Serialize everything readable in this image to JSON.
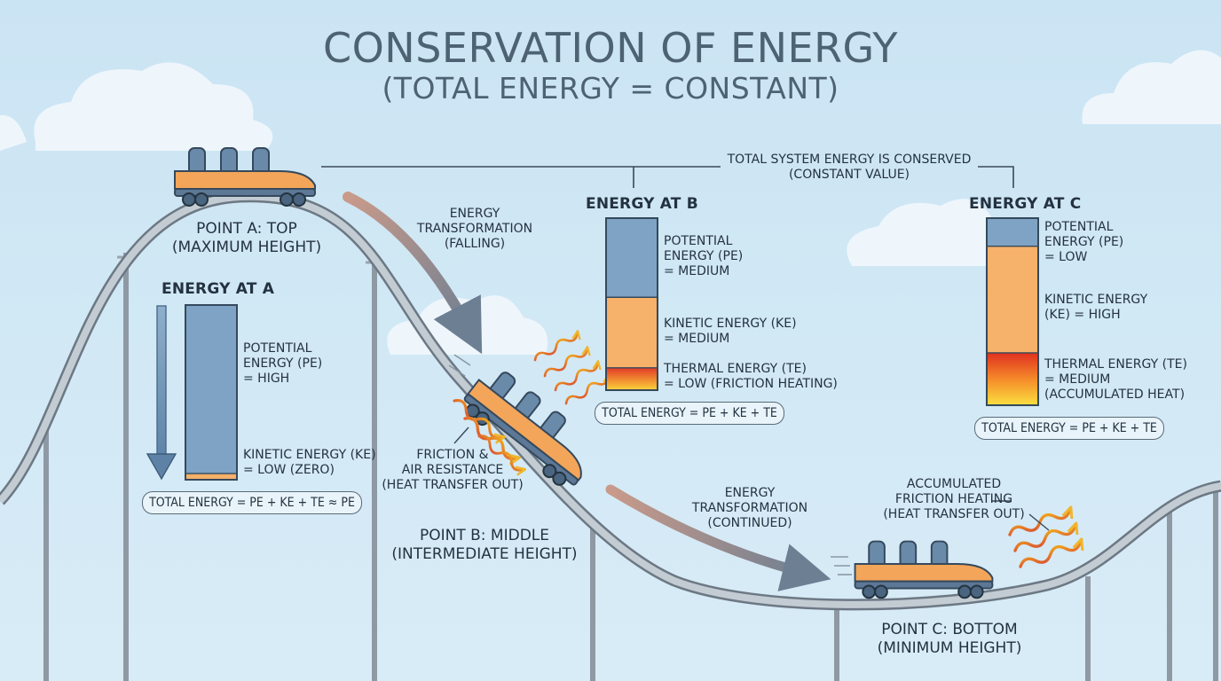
{
  "title": "CONSERVATION OF ENERGY",
  "subtitle": "(TOTAL ENERGY = CONSTANT)",
  "conserved_note": [
    "TOTAL SYSTEM ENERGY IS CONSERVED",
    "(CONSTANT VALUE)"
  ],
  "point_a": {
    "label": [
      "POINT A: TOP",
      "(MAXIMUM HEIGHT)"
    ],
    "heading": "ENERGY AT A",
    "pe_label": [
      "POTENTIAL",
      "ENERGY (PE)",
      "= HIGH"
    ],
    "ke_label": [
      "KINETIC ENERGY (KE)",
      "= LOW (ZERO)"
    ],
    "total": "TOTAL ENERGY = PE + KE + TE ≈ PE",
    "bar": {
      "pe": 0.965,
      "ke": 0.035,
      "te": 0
    }
  },
  "point_b": {
    "label": [
      "POINT B: MIDDLE",
      "(INTERMEDIATE HEIGHT)"
    ],
    "heading": "ENERGY AT B",
    "pe_label": [
      "POTENTIAL",
      "ENERGY (PE)",
      "= MEDIUM"
    ],
    "ke_label": [
      "KINETIC ENERGY (KE)",
      "= MEDIUM"
    ],
    "te_label": [
      "THERMAL ENERGY (TE)",
      "= LOW (FRICTION HEATING)"
    ],
    "total": "TOTAL ENERGY = PE + KE + TE",
    "bar": {
      "pe": 0.46,
      "ke": 0.41,
      "te": 0.13
    }
  },
  "point_c": {
    "label": [
      "POINT C: BOTTOM",
      "(MINIMUM HEIGHT)"
    ],
    "heading": "ENERGY AT C",
    "pe_label": [
      "POTENTIAL",
      "ENERGY (PE)",
      "= LOW"
    ],
    "ke_label": [
      "KINETIC ENERGY",
      "(KE) = HIGH"
    ],
    "te_label": [
      "THERMAL ENERGY (TE)",
      "= MEDIUM",
      "(ACCUMULATED HEAT)"
    ],
    "total": "TOTAL ENERGY = PE + KE + TE",
    "bar": {
      "pe": 0.15,
      "ke": 0.57,
      "te": 0.28
    }
  },
  "transformation_falling": [
    "ENERGY",
    "TRANSFORMATION",
    "(FALLING)"
  ],
  "transformation_continued": [
    "ENERGY",
    "TRANSFORMATION",
    "(CONTINUED)"
  ],
  "friction_note": [
    "FRICTION &",
    "AIR RESISTANCE",
    "(HEAT TRANSFER OUT)"
  ],
  "accumulated_note": [
    "ACCUMULATED",
    "FRICTION HEATING",
    "(HEAT TRANSFER OUT)"
  ],
  "colors": {
    "sky": "#cfe6f4",
    "potential_energy": "#7ea3c4",
    "kinetic_energy": "#f6b16a",
    "thermal_energy": "#e8412a",
    "car_body": "#f3a55a",
    "car_seats": "#6a8aaa",
    "track": "#a8b2ba"
  }
}
